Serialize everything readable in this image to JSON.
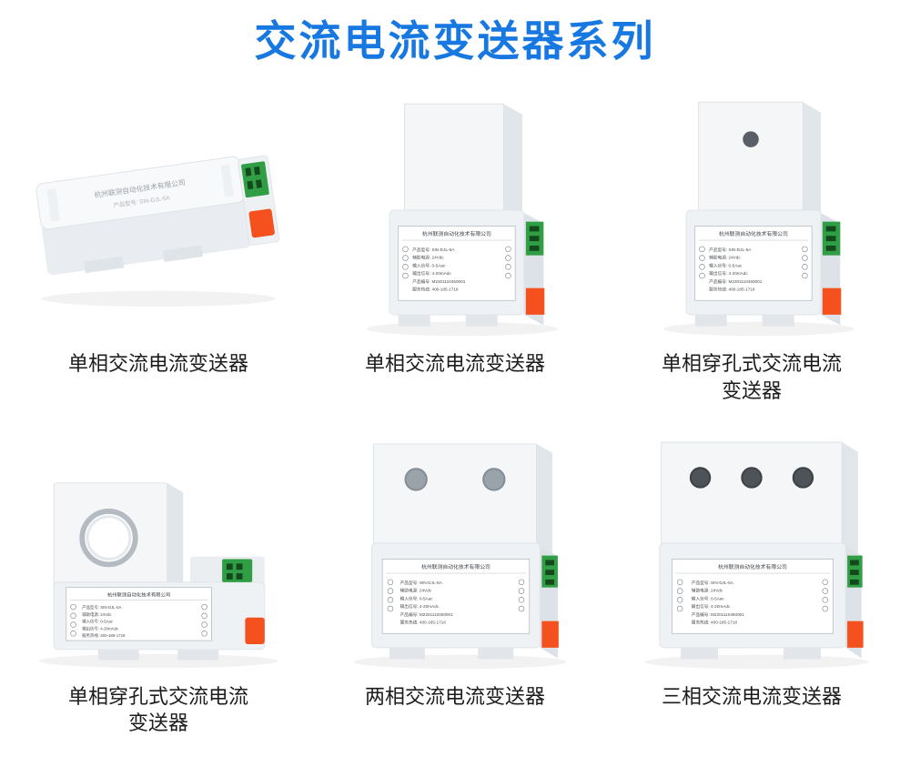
{
  "title": "交流电流变送器系列",
  "company": "杭州联测自动化技术有限公司",
  "label_specs": {
    "line1": "产品型号: SIN-DJL-5A",
    "line2": "辅助电源: 24Vdc",
    "line3": "输入信号: 0-5Aac",
    "line4": "输出信号: 4-20mAdc",
    "line5": "产品编号: M2201110450001",
    "line6": "服务热线: 400-185-1718"
  },
  "colors": {
    "title_blue": "#1778e2",
    "terminal_green": "#2f9e44",
    "clip_orange": "#f4511e"
  },
  "products": [
    {
      "caption_line1": "单相交流电流变送器",
      "caption_line2": ""
    },
    {
      "caption_line1": "单相交流电流变送器",
      "caption_line2": ""
    },
    {
      "caption_line1": "单相穿孔式交流电流",
      "caption_line2": "变送器"
    },
    {
      "caption_line1": "单相穿孔式交流电流",
      "caption_line2": "变送器"
    },
    {
      "caption_line1": "两相交流电流变送器",
      "caption_line2": ""
    },
    {
      "caption_line1": "三相交流电流变送器",
      "caption_line2": ""
    }
  ]
}
